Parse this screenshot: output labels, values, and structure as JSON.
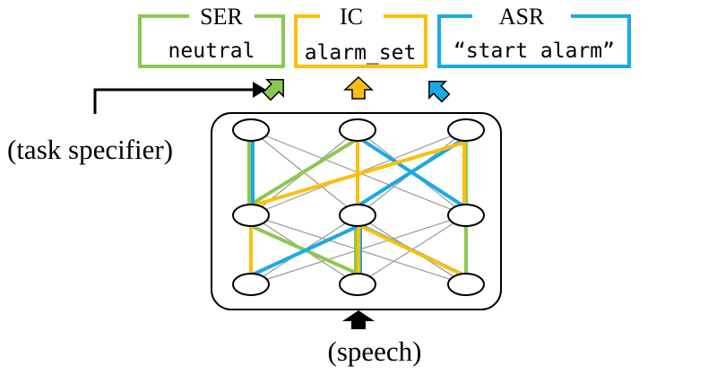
{
  "colors": {
    "ser": "#8cc850",
    "ic": "#fbbf0f",
    "asr": "#1aa9e4",
    "grey": "#9a9a9a",
    "black": "#000000"
  },
  "outputs": {
    "ser": {
      "label": "SER",
      "value": "neutral"
    },
    "ic": {
      "label": "IC",
      "value": "alarm_set"
    },
    "asr": {
      "label": "ASR",
      "value": "“start alarm”"
    }
  },
  "labels": {
    "task_specifier": "(task specifier)",
    "speech": "(speech)"
  },
  "icons": [
    "task-specifier-arrow",
    "ser-output-arrow",
    "ic-output-arrow",
    "asr-output-arrow",
    "speech-input-arrow"
  ]
}
